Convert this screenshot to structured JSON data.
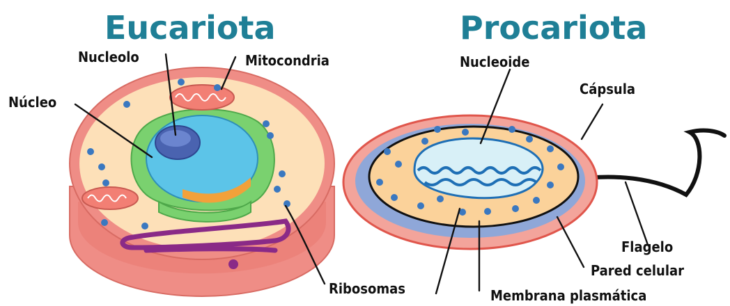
{
  "eukaryote": {
    "title": "Eucariota",
    "labels": {
      "nucleolus": "Nucleolo",
      "mitochondria": "Mitocondria",
      "nucleus": "Núcleo",
      "ribosomes": "Ribosomas"
    }
  },
  "prokaryote": {
    "title": "Procariota",
    "labels": {
      "nucleoid": "Nucleoide",
      "capsule": "Cápsula",
      "flagellum": "Flagelo",
      "cell_wall": "Pared celular",
      "plasma_membrane": "Membrana plasmática"
    }
  },
  "colors": {
    "title": "#1f7f96",
    "cell_outer": "#ef8d86",
    "cell_interior": "#fde0b8",
    "capsule": "#f3a49b",
    "cell_wall": "#8fa7d8",
    "cytoplasm": "#fbd29a",
    "nucleoid": "#d8f0f7",
    "nucleus": "#5cc4e8",
    "nucleolus": "#4a63b0",
    "er_green": "#7ad16f",
    "golgi_purple": "#8a2a87",
    "ribosome": "#3a78c0"
  }
}
